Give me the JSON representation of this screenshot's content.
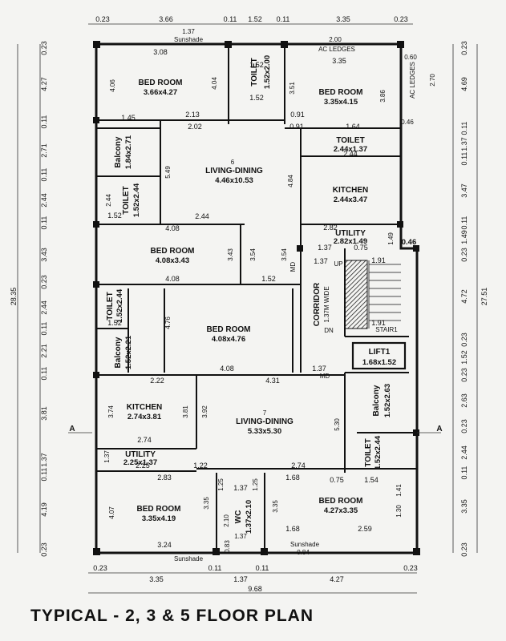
{
  "title": "TYPICAL - 2, 3 & 5 FLOOR PLAN",
  "rooms": {
    "bed_top_left": {
      "name": "BED ROOM",
      "size": "3.66x4.27"
    },
    "bed_top_right": {
      "name": "BED ROOM",
      "size": "3.35x4.15"
    },
    "toilet_top": {
      "name": "TOILET",
      "size": "1.52x2.00"
    },
    "balcony_left_top": {
      "name": "Balcony",
      "size": "1.84x2.71"
    },
    "living_6": {
      "num": "6",
      "name": "LIVING-DINING",
      "size": "4.46x10.53"
    },
    "toilet_right": {
      "name": "TOILET",
      "size": "2.44x1.37"
    },
    "kitchen_right": {
      "name": "KITCHEN",
      "size": "2.44x3.47"
    },
    "toilet_left_1": {
      "name": "TOILET",
      "size": "1.52x2.44"
    },
    "utility_right": {
      "name": "UTILITY",
      "size": "2.82x1.49"
    },
    "bed_mid_left": {
      "name": "BED ROOM",
      "size": "4.08x3.43"
    },
    "corridor": {
      "name": "CORRIDOR",
      "size": "1.37M WIDE"
    },
    "toilet_left_2": {
      "name": "TOILET",
      "size": "1.52x2.44"
    },
    "bed_center": {
      "name": "BED ROOM",
      "size": "4.08x4.76"
    },
    "balcony_left_mid": {
      "name": "Balcony",
      "size": "1.52x2.21"
    },
    "stair": {
      "name": "STAIR1"
    },
    "lift": {
      "name": "LIFT1",
      "size": "1.68x1.52"
    },
    "kitchen_left": {
      "name": "KITCHEN",
      "size": "2.74x3.81"
    },
    "living_7": {
      "num": "7",
      "name": "LIVING-DINING",
      "size": "5.33x5.30"
    },
    "balcony_right": {
      "name": "Balcony",
      "size": "1.52x2.63"
    },
    "utility_left": {
      "name": "UTILITY",
      "size": "2.25x1.37"
    },
    "toilet_right_low": {
      "name": "TOILET",
      "size": "1.52x2.44"
    },
    "bed_bottom_left": {
      "name": "BED ROOM",
      "size": "3.35x4.19"
    },
    "wc": {
      "name": "WC",
      "size": "1.37x2.10"
    },
    "bed_bottom_right": {
      "name": "BED ROOM",
      "size": "4.27x3.35"
    }
  },
  "top_dims": [
    "0.23",
    "3.66",
    "0.11",
    "1.52",
    "0.11",
    "3.35",
    "0.23"
  ],
  "bottom_dims": [
    "0.23",
    "3.35",
    "0.11",
    "1.37",
    "0.11",
    "4.27",
    "0.23"
  ],
  "overall_width": "9.68",
  "left_dims": [
    "0.23",
    "4.27",
    "0.11",
    "2.71",
    "0.11",
    "2.44",
    "0.11",
    "3.43",
    "0.23",
    "2.44",
    "0.11",
    "2.21",
    "0.11",
    "3.81",
    "1.37",
    "0.11",
    "4.19",
    "0.23"
  ],
  "left_total": "28.35",
  "right_dims": [
    "0.23",
    "4.69",
    "0.11",
    "1.37",
    "0.11",
    "3.47",
    "0.11",
    "1.49",
    "0.23",
    "4.72",
    "0.23",
    "1.52",
    "0.23",
    "2.63",
    "0.23",
    "2.44",
    "0.11",
    "3.35",
    "0.23"
  ],
  "right_total": "27.51",
  "inner": {
    "d1": "1.37",
    "d2": "3.08",
    "d3": "1.52",
    "d4": "2.00",
    "d5": "3.35",
    "d6": "4.06",
    "d7": "4.04",
    "d8": "1.52",
    "d9": "3.51",
    "d10": "3.86",
    "d11": "1.45",
    "d12": "2.13",
    "d13": "2.02",
    "d14": "0.91",
    "d15": "0.91",
    "d16": "1.64",
    "d17": "5.49",
    "d18": "4.84",
    "d19": "2.44",
    "d20": "4.08",
    "d21": "3.43",
    "d22": "3.54",
    "d23": "3.54",
    "d24": "4.08",
    "d25": "1.52",
    "d26": "1.37",
    "d27": "1.91",
    "d28": "4.76",
    "d29": "4.08",
    "d30": "1.37",
    "d31": "4.31",
    "d32": "2.22",
    "d33": "3.74",
    "d34": "3.81",
    "d35": "3.92",
    "d36": "5.30",
    "d37": "2.74",
    "d38": "2.74",
    "d39": "2.25",
    "d40": "1.22",
    "d41": "2.83",
    "d42": "1.37",
    "d43": "1.68",
    "d44": "0.75",
    "d45": "1.54",
    "d46": "4.07",
    "d47": "3.35",
    "d48": "2.10",
    "d49": "3.35",
    "d50": "1.30",
    "d51": "1.41",
    "d52": "3.24",
    "d53": "1.68",
    "d54": "2.59",
    "d55": "0.84",
    "d56": "2.44",
    "d57": "2.82",
    "d58": "1.49",
    "d59": "1.37",
    "d60": "0.75",
    "d61": "1.91",
    "d62": "0.46",
    "d63": "1.52",
    "d64": "2.44",
    "d65": "1.52",
    "d66": "1.37",
    "d67": "1.25",
    "d68": "1.37",
    "d69": "1.25",
    "d70": "0.83",
    "d71": "0.60",
    "d72": "2.70"
  },
  "notes": {
    "sunshade": "Sunshade",
    "ac_ledges": "AC LEDGES",
    "up": "UP",
    "dn": "DN",
    "md": "MD",
    "section_a": "A",
    "mark_046": "0.46"
  },
  "colors": {
    "ink": "#111111",
    "paper": "#f4f4f2",
    "hatch": "#222222"
  }
}
